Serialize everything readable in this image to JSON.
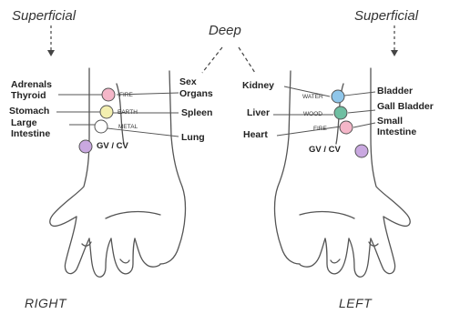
{
  "header": {
    "superficial_left": "Superficial",
    "deep": "Deep",
    "superficial_right": "Superficial"
  },
  "right_hand": {
    "title": "RIGHT",
    "left_labels": [
      "Adrenals",
      "Thyroid",
      "Stomach",
      "Large",
      "Intestine"
    ],
    "right_labels": [
      "Sex",
      "Organs",
      "Spleen",
      "Lung"
    ],
    "elements": [
      "FIRE",
      "EARTH",
      "METAL"
    ],
    "center_label": "GV / CV"
  },
  "left_hand": {
    "title": "LEFT",
    "left_labels": [
      "Kidney",
      "Liver",
      "Heart"
    ],
    "right_labels": [
      "Bladder",
      "Gall Bladder",
      "Small",
      "Intestine"
    ],
    "elements": [
      "WATER",
      "WOOD",
      "FIRE"
    ],
    "center_label": "GV / CV"
  },
  "colors": {
    "fire": "#f4b6c8",
    "earth": "#f3efb0",
    "metal": "#ffffff",
    "water": "#8fc6ea",
    "wood": "#6fbfa2",
    "gv_cv": "#c9a8e0",
    "outline": "#555555"
  }
}
